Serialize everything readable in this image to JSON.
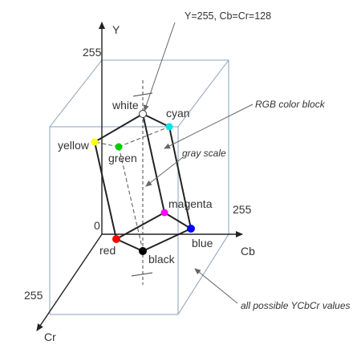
{
  "annotations": {
    "top_note": "Y=255, Cb=Cr=128",
    "rgb_block": "RGB color block",
    "gray_scale": "gray scale",
    "all_values": "all possible YCbCr values"
  },
  "axes": {
    "y_label": "Y",
    "cb_label": "Cb",
    "cr_label": "Cr",
    "y_max": "255",
    "cb_max": "255",
    "cr_max": "255",
    "origin": "0"
  },
  "vertices": {
    "white": {
      "label": "white",
      "color": "#ffffff"
    },
    "cyan": {
      "label": "cyan",
      "color": "#00e5e5"
    },
    "yellow": {
      "label": "yellow",
      "color": "#ffff00"
    },
    "green": {
      "label": "green",
      "color": "#00cc00"
    },
    "magenta": {
      "label": "magenta",
      "color": "#ff00ff"
    },
    "red": {
      "label": "red",
      "color": "#ff0000"
    },
    "blue": {
      "label": "blue",
      "color": "#0000ff"
    },
    "black": {
      "label": "black",
      "color": "#000000"
    }
  },
  "colors": {
    "outer_cube": "#8aa0b8",
    "rgb_edges": "#222222",
    "arrows": "#333333"
  }
}
